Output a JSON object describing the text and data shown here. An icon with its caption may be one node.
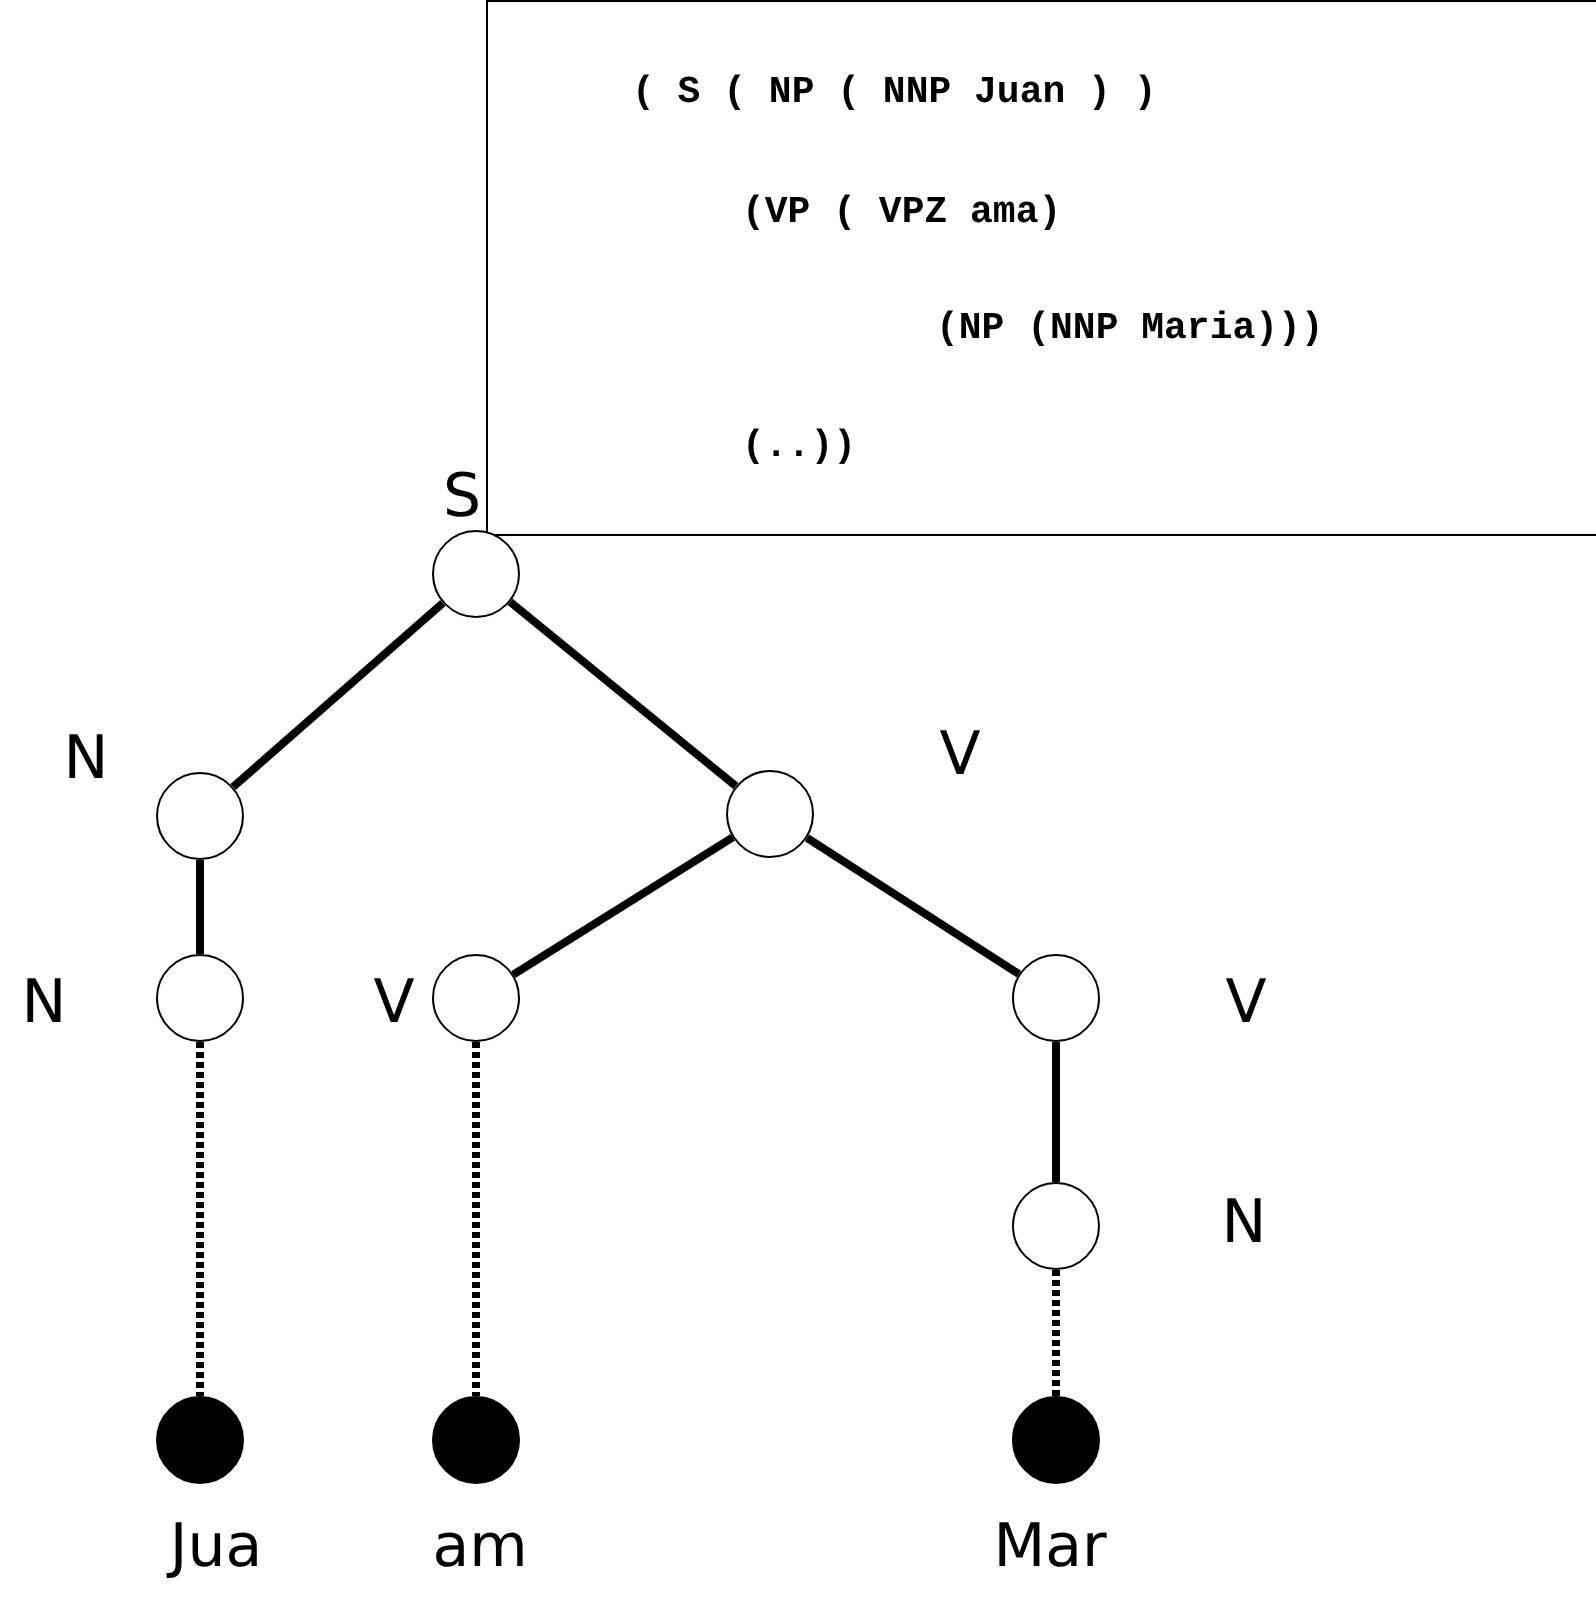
{
  "diagram": {
    "nodes": [
      {
        "text": [
          "( S ( NP ( NNP Juan ) )",
          "(VP ( VPZ ama)",
          "(NP (NNP Maria)))",
          "(..))"
        ]
      },
      {
        "text": [],
        "shape": "circle",
        "beside": [
          "S"
        ]
      },
      {
        "text": [],
        "shape": "circle",
        "beside": [
          "N"
        ]
      },
      {
        "text": [],
        "shape": "circle",
        "beside": [
          "V"
        ]
      },
      {
        "text": [],
        "shape": "circle",
        "beside": [
          "N"
        ]
      },
      {
        "text": [],
        "shape": "circle",
        "beside": [
          "V"
        ]
      },
      {
        "text": [],
        "shape": "circle",
        "beside": [
          "V"
        ]
      },
      {
        "text": [],
        "shape": "circle",
        "beside": [
          "N"
        ]
      },
      {
        "text": [],
        "shape": "dot",
        "beside": [
          "Jua"
        ]
      },
      {
        "text": [],
        "shape": "dot",
        "beside": [
          "am"
        ]
      },
      {
        "text": [],
        "shape": "dot",
        "beside": [
          "Mar"
        ]
      }
    ],
    "edges": [
      {
        "from": 1,
        "to": 2,
        "arrow": "none"
      },
      {
        "from": 1,
        "to": 3,
        "arrow": "none"
      },
      {
        "from": 2,
        "to": 4,
        "arrow": "none"
      },
      {
        "from": 3,
        "to": 5,
        "arrow": "none"
      },
      {
        "from": 3,
        "to": 6,
        "arrow": "none"
      },
      {
        "from": 6,
        "to": 7,
        "arrow": "none"
      },
      {
        "from": 4,
        "to": 8,
        "arrow": "none",
        "style": "dashed"
      },
      {
        "from": 5,
        "to": 9,
        "arrow": "none",
        "style": "dashed"
      },
      {
        "from": 7,
        "to": 10,
        "arrow": "none",
        "style": "dashed"
      }
    ]
  }
}
